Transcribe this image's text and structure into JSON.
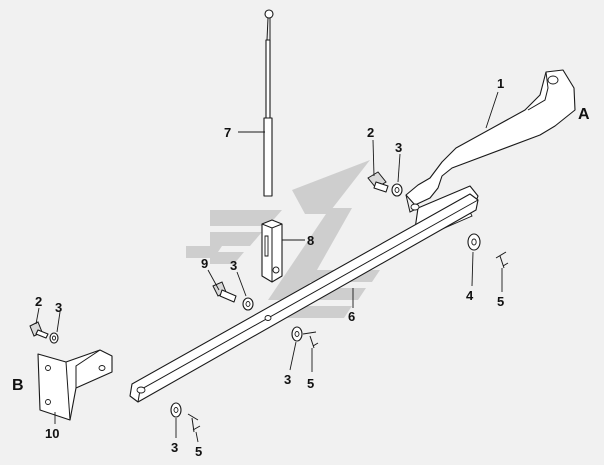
{
  "diagram": {
    "callouts": [
      {
        "id": "c1",
        "text": "1"
      },
      {
        "id": "c2a",
        "text": "2"
      },
      {
        "id": "c3a",
        "text": "3"
      },
      {
        "id": "c7",
        "text": "7"
      },
      {
        "id": "c8",
        "text": "8"
      },
      {
        "id": "c9",
        "text": "9"
      },
      {
        "id": "c3b",
        "text": "3"
      },
      {
        "id": "c4",
        "text": "4"
      },
      {
        "id": "c5a",
        "text": "5"
      },
      {
        "id": "c6",
        "text": "6"
      },
      {
        "id": "c2b",
        "text": "2"
      },
      {
        "id": "c3c",
        "text": "3"
      },
      {
        "id": "c3d",
        "text": "3"
      },
      {
        "id": "c5b",
        "text": "5"
      },
      {
        "id": "c10",
        "text": "10"
      },
      {
        "id": "c3e",
        "text": "3"
      },
      {
        "id": "c5c",
        "text": "5"
      }
    ],
    "section_labels": [
      {
        "id": "A",
        "text": "A"
      },
      {
        "id": "B",
        "text": "B"
      }
    ],
    "colors": {
      "line": "#1a1a1a",
      "background": "#f1f1f1",
      "watermark": "#c9c9c9"
    }
  }
}
